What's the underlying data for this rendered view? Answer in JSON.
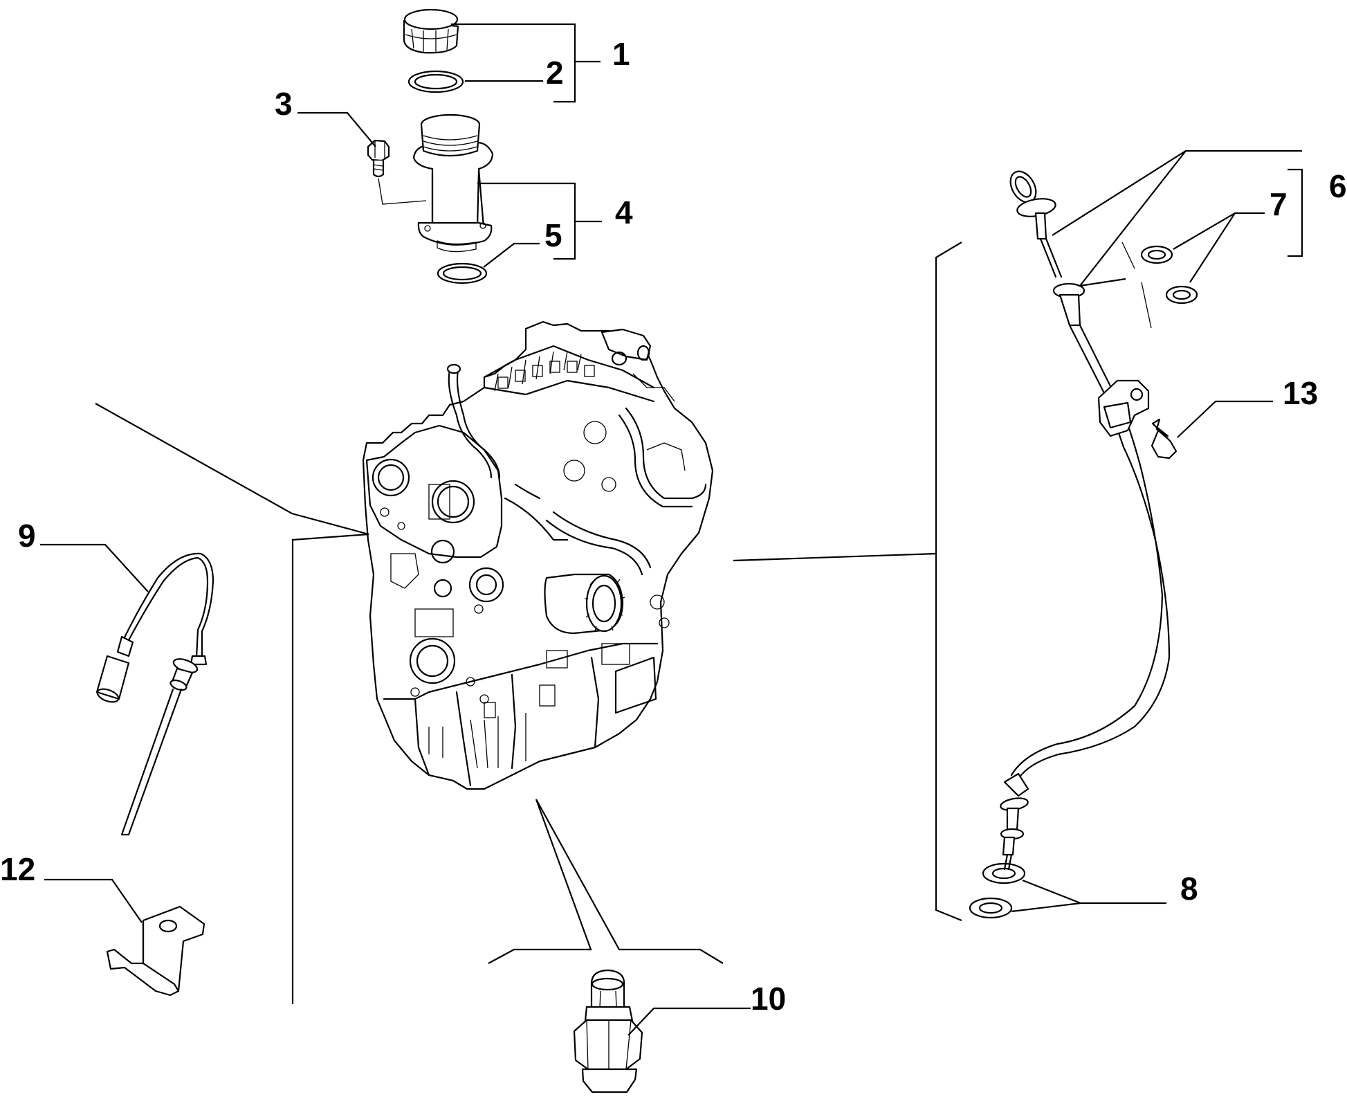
{
  "diagram": {
    "colors": {
      "line": "#000000",
      "background": "#ffffff"
    },
    "callouts": [
      {
        "id": "c1",
        "label": "1"
      },
      {
        "id": "c2",
        "label": "2"
      },
      {
        "id": "c3",
        "label": "3"
      },
      {
        "id": "c4",
        "label": "4"
      },
      {
        "id": "c5",
        "label": "5"
      },
      {
        "id": "c6",
        "label": "6"
      },
      {
        "id": "c7",
        "label": "7"
      },
      {
        "id": "c8",
        "label": "8"
      },
      {
        "id": "c9",
        "label": "9"
      },
      {
        "id": "c10",
        "label": "10"
      },
      {
        "id": "c12",
        "label": "12"
      },
      {
        "id": "c13",
        "label": "13"
      }
    ]
  }
}
